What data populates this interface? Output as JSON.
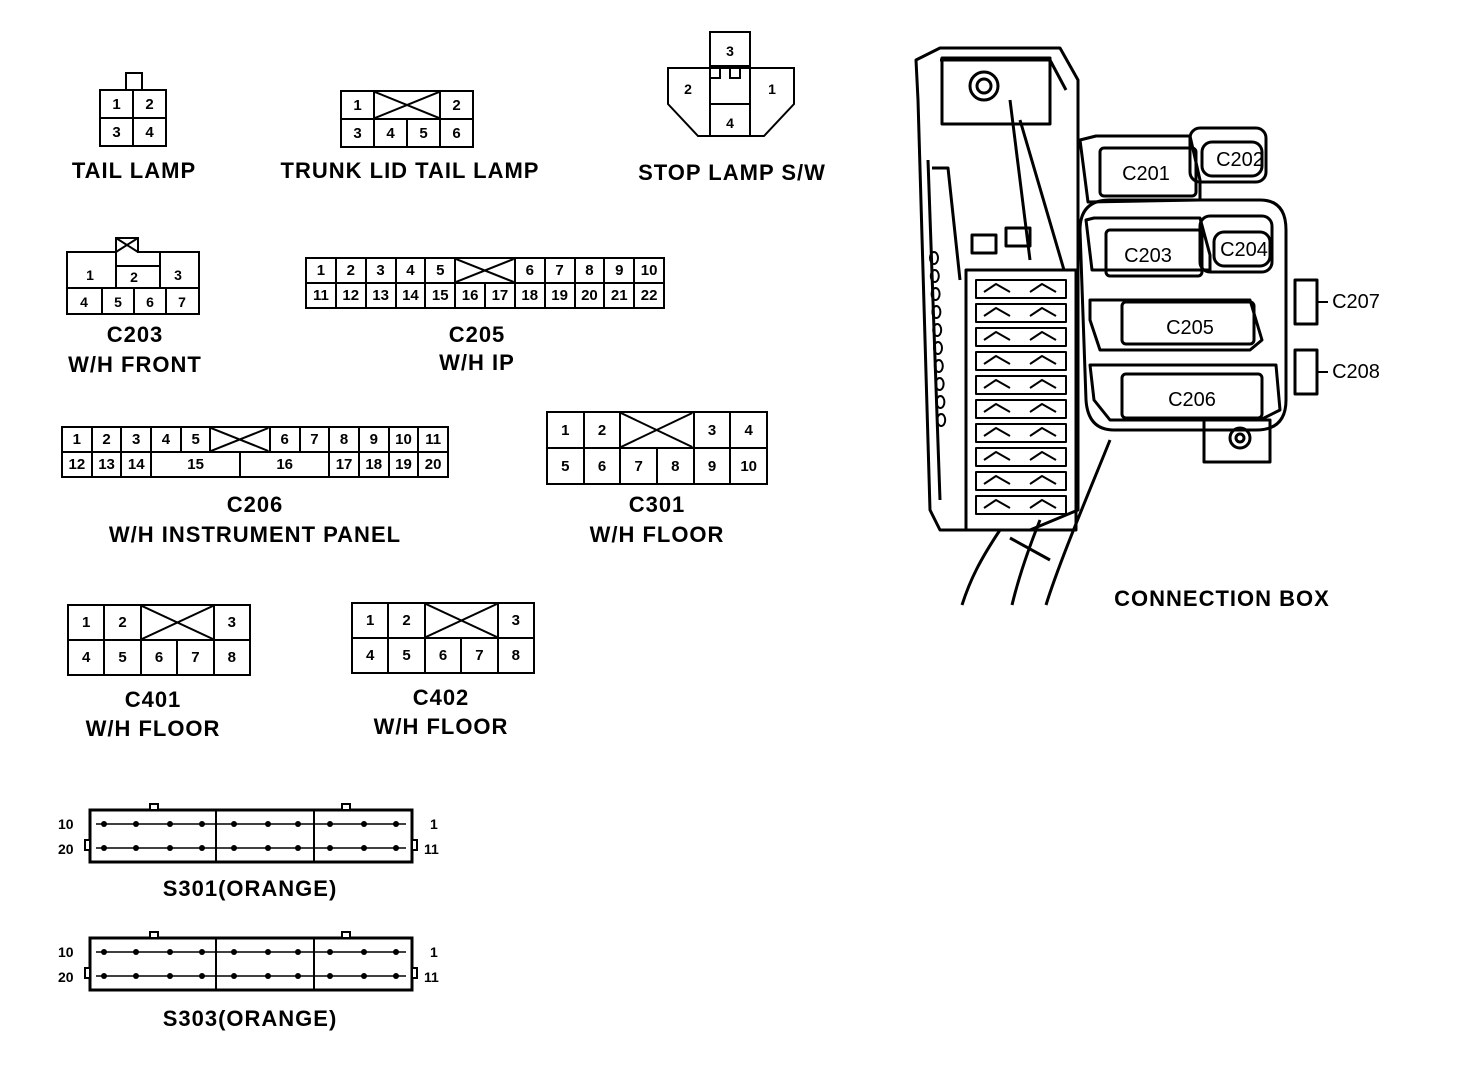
{
  "connectors": {
    "tail_lamp": {
      "name": "TAIL LAMP",
      "pins": [
        "1",
        "2",
        "3",
        "4"
      ]
    },
    "trunk_lid": {
      "name": "TRUNK LID TAIL LAMP",
      "pins": [
        "1",
        "2",
        "3",
        "4",
        "5",
        "6"
      ]
    },
    "stop_lamp": {
      "name": "STOP LAMP S/W",
      "pins": [
        "3",
        "2",
        "1",
        "4"
      ]
    },
    "c203": {
      "name": "C203",
      "desc": "W/H FRONT",
      "pins": [
        "1",
        "2",
        "3",
        "4",
        "5",
        "6",
        "7"
      ]
    },
    "c205": {
      "name": "C205",
      "desc": "W/H IP",
      "row1": [
        "1",
        "2",
        "3",
        "4",
        "5",
        "6",
        "7",
        "8",
        "9",
        "10"
      ],
      "row2": [
        "11",
        "12",
        "13",
        "14",
        "15",
        "16",
        "17",
        "18",
        "19",
        "20",
        "21",
        "22"
      ]
    },
    "c206": {
      "name": "C206",
      "desc": "W/H INSTRUMENT PANEL",
      "row1": [
        "1",
        "2",
        "3",
        "4",
        "5",
        "6",
        "7",
        "8",
        "9",
        "10",
        "11"
      ],
      "row2": [
        "12",
        "13",
        "14",
        "15",
        "16",
        "17",
        "18",
        "19",
        "20"
      ]
    },
    "c301": {
      "name": "C301",
      "desc": "W/H FLOOR",
      "row1": [
        "1",
        "2",
        "3",
        "4"
      ],
      "row2": [
        "5",
        "6",
        "7",
        "8",
        "9",
        "10"
      ]
    },
    "c401": {
      "name": "C401",
      "desc": "W/H FLOOR",
      "row1": [
        "1",
        "2",
        "3"
      ],
      "row2": [
        "4",
        "5",
        "6",
        "7",
        "8"
      ]
    },
    "c402": {
      "name": "C402",
      "desc": "W/H FLOOR",
      "row1": [
        "1",
        "2",
        "3"
      ],
      "row2": [
        "4",
        "5",
        "6",
        "7",
        "8"
      ]
    },
    "s301": {
      "name": "S301(ORANGE)",
      "left_top": "10",
      "left_bottom": "20",
      "right_top": "1",
      "right_bottom": "11"
    },
    "s303": {
      "name": "S303(ORANGE)",
      "left_top": "10",
      "left_bottom": "20",
      "right_top": "1",
      "right_bottom": "11"
    }
  },
  "connection_box": {
    "title": "CONNECTION BOX",
    "labels": [
      "C201",
      "C202",
      "C203",
      "C204",
      "C205",
      "C206",
      "C207",
      "C208"
    ]
  }
}
